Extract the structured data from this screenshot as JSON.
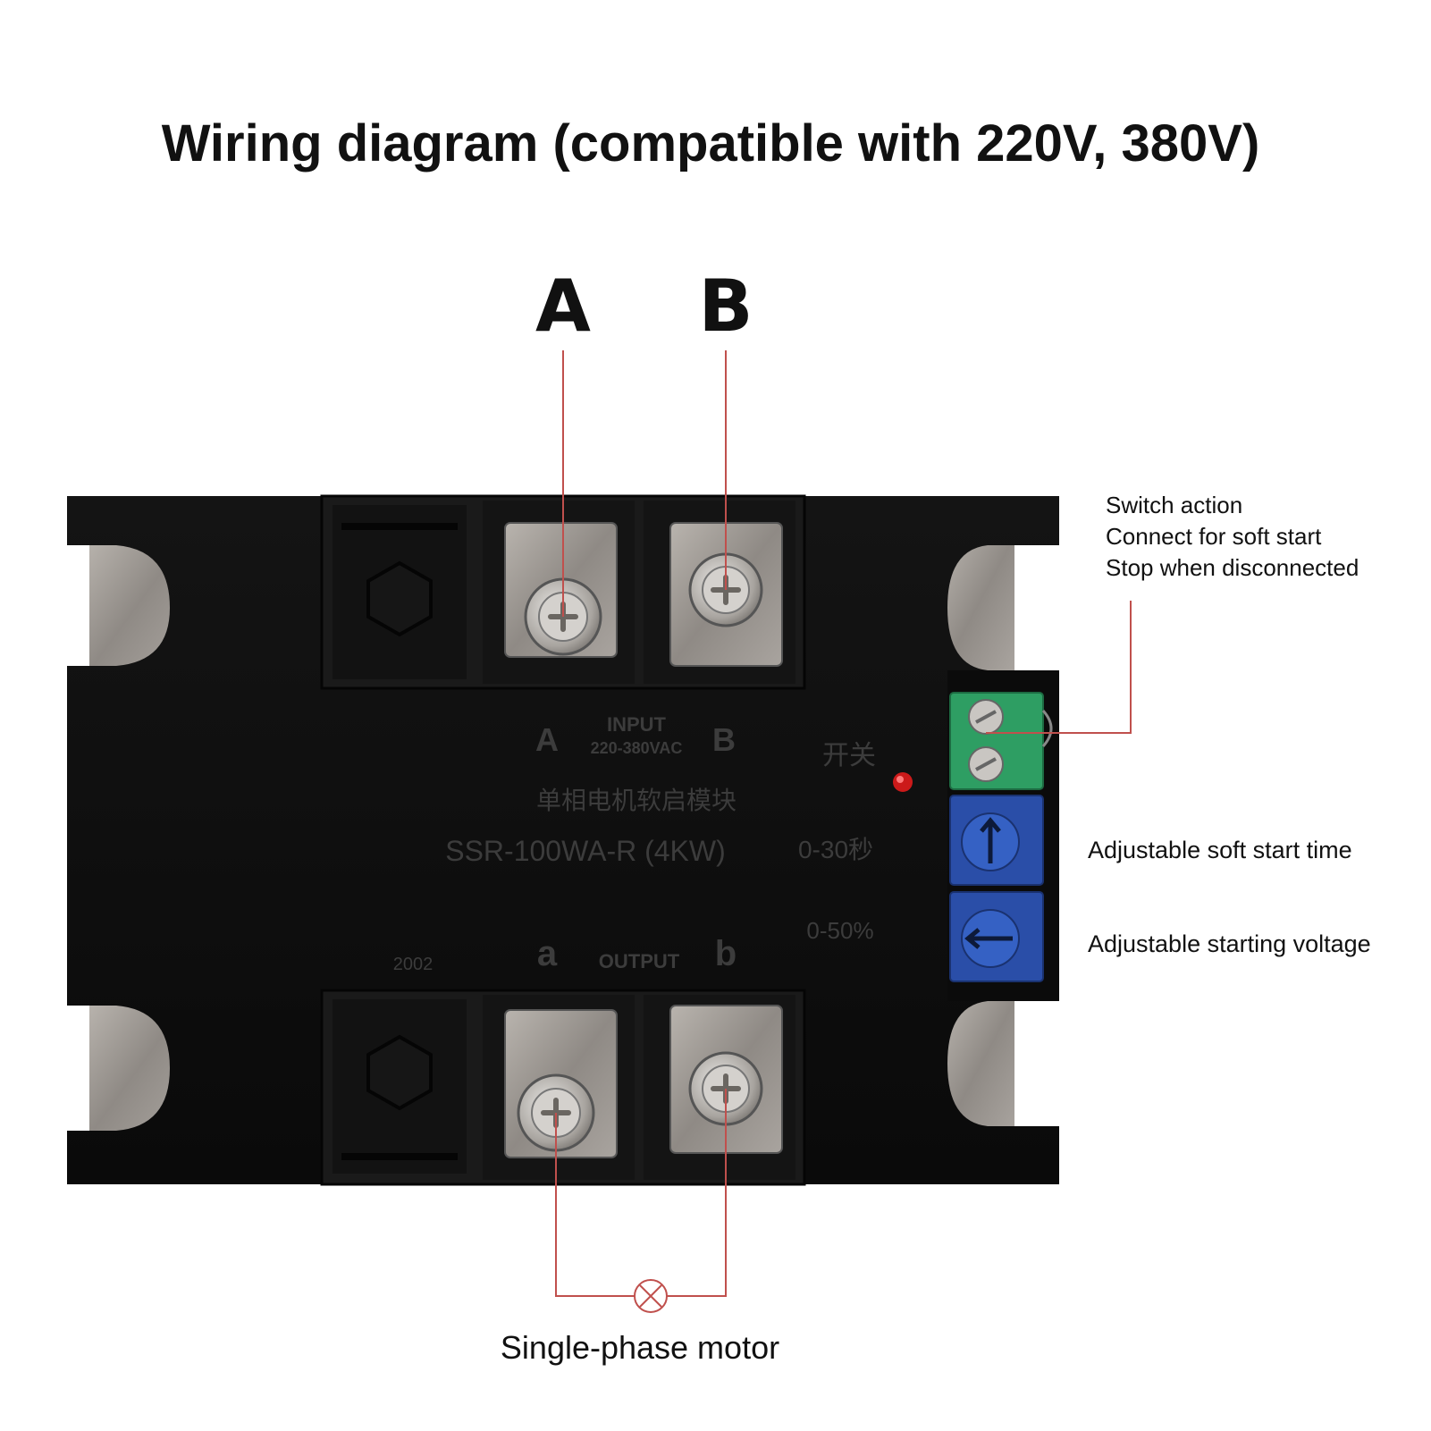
{
  "title": "Wiring diagram (compatible with 220V, 380V)",
  "input_labels": {
    "a": "A",
    "b": "B"
  },
  "callouts": {
    "switch_line1": "Switch action",
    "switch_line2": "Connect for soft start",
    "switch_line3": "Stop when disconnected",
    "soft_start_time": "Adjustable soft start time",
    "starting_voltage": "Adjustable starting voltage",
    "motor": "Single-phase motor"
  },
  "module_print": {
    "input_a": "A",
    "input_word": "INPUT",
    "input_voltage": "220-380VAC",
    "input_b": "B",
    "switch_cn": "开关",
    "name_cn": "单相电机软启模块",
    "model": "SSR-100WA-R (4KW)",
    "time_range": "0-30秒",
    "voltage_range": "0-50%",
    "output_a": "a",
    "output_word": "OUTPUT",
    "output_b": "b",
    "code": "2002"
  },
  "colors": {
    "wire": "#c0504d",
    "module_body": "#0d0d0d",
    "module_print": "#3c3c3c",
    "terminal_block": "#2e9e63",
    "potentiometer": "#2a4ea8",
    "led": "#cc1a1a"
  },
  "icons": [
    "screw-icon",
    "hex-nut-icon",
    "motor-symbol-icon",
    "led-icon"
  ]
}
